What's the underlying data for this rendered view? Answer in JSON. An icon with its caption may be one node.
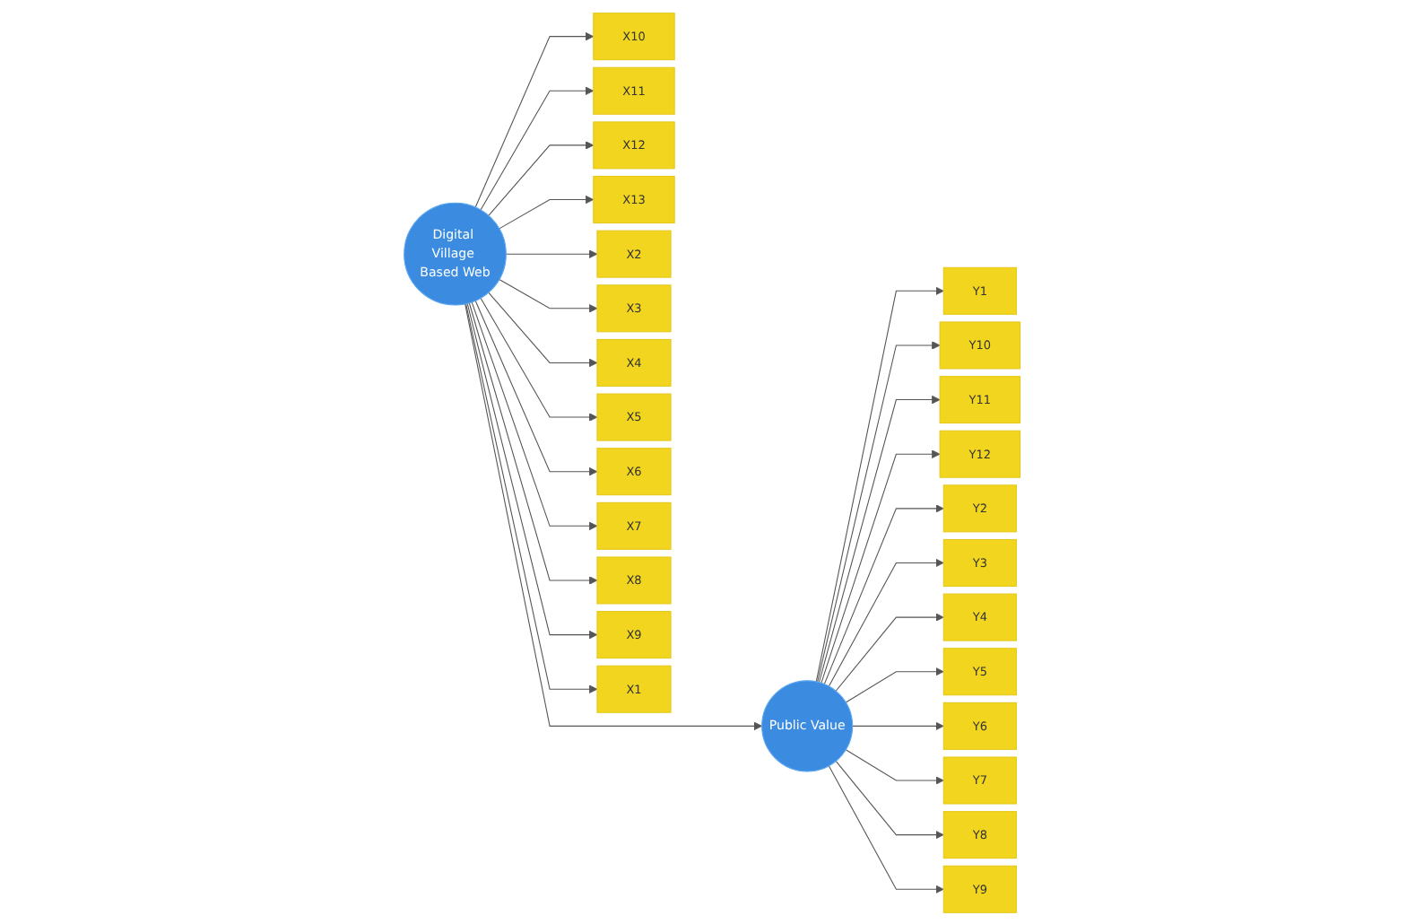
{
  "diagram": {
    "nodes": [
      {
        "text": [
          "X10"
        ]
      },
      {
        "text": [
          "X11"
        ]
      },
      {
        "text": [
          "X12"
        ]
      },
      {
        "text": [
          "X13"
        ]
      },
      {
        "text": [
          "X2"
        ]
      },
      {
        "text": [
          "X3"
        ]
      },
      {
        "text": [
          "X4"
        ]
      },
      {
        "text": [
          "X5"
        ]
      },
      {
        "text": [
          "X6"
        ]
      },
      {
        "text": [
          "X7"
        ]
      },
      {
        "text": [
          "X8"
        ]
      },
      {
        "text": [
          "X9"
        ]
      },
      {
        "text": [
          "X1"
        ]
      },
      {
        "text": [
          "Digital Village Based Web"
        ]
      },
      {
        "text": [
          "Public Value"
        ]
      },
      {
        "text": [
          "Y1"
        ]
      },
      {
        "text": [
          "Y10"
        ]
      },
      {
        "text": [
          "Y11"
        ]
      },
      {
        "text": [
          "Y12"
        ]
      },
      {
        "text": [
          "Y2"
        ]
      },
      {
        "text": [
          "Y3"
        ]
      },
      {
        "text": [
          "Y4"
        ]
      },
      {
        "text": [
          "Y5"
        ]
      },
      {
        "text": [
          "Y6"
        ]
      },
      {
        "text": [
          "Y7"
        ]
      },
      {
        "text": [
          "Y8"
        ]
      },
      {
        "text": [
          "Y9"
        ]
      }
    ],
    "edges": [
      {
        "from": 13,
        "to": 0,
        "arrow": "to"
      },
      {
        "from": 13,
        "to": 1,
        "arrow": "to"
      },
      {
        "from": 13,
        "to": 2,
        "arrow": "to"
      },
      {
        "from": 13,
        "to": 3,
        "arrow": "to"
      },
      {
        "from": 13,
        "to": 4,
        "arrow": "to"
      },
      {
        "from": 13,
        "to": 5,
        "arrow": "to"
      },
      {
        "from": 13,
        "to": 6,
        "arrow": "to"
      },
      {
        "from": 13,
        "to": 7,
        "arrow": "to"
      },
      {
        "from": 13,
        "to": 8,
        "arrow": "to"
      },
      {
        "from": 13,
        "to": 9,
        "arrow": "to"
      },
      {
        "from": 13,
        "to": 10,
        "arrow": "to"
      },
      {
        "from": 13,
        "to": 11,
        "arrow": "to"
      },
      {
        "from": 13,
        "to": 12,
        "arrow": "to"
      },
      {
        "from": 13,
        "to": 14,
        "arrow": "to"
      },
      {
        "from": 14,
        "to": 15,
        "arrow": "to"
      },
      {
        "from": 14,
        "to": 16,
        "arrow": "to"
      },
      {
        "from": 14,
        "to": 17,
        "arrow": "to"
      },
      {
        "from": 14,
        "to": 18,
        "arrow": "to"
      },
      {
        "from": 14,
        "to": 19,
        "arrow": "to"
      },
      {
        "from": 14,
        "to": 20,
        "arrow": "to"
      },
      {
        "from": 14,
        "to": 21,
        "arrow": "to"
      },
      {
        "from": 14,
        "to": 22,
        "arrow": "to"
      },
      {
        "from": 14,
        "to": 23,
        "arrow": "to"
      },
      {
        "from": 14,
        "to": 24,
        "arrow": "to"
      },
      {
        "from": 14,
        "to": 25,
        "arrow": "to"
      },
      {
        "from": 14,
        "to": 26,
        "arrow": "to"
      }
    ]
  }
}
